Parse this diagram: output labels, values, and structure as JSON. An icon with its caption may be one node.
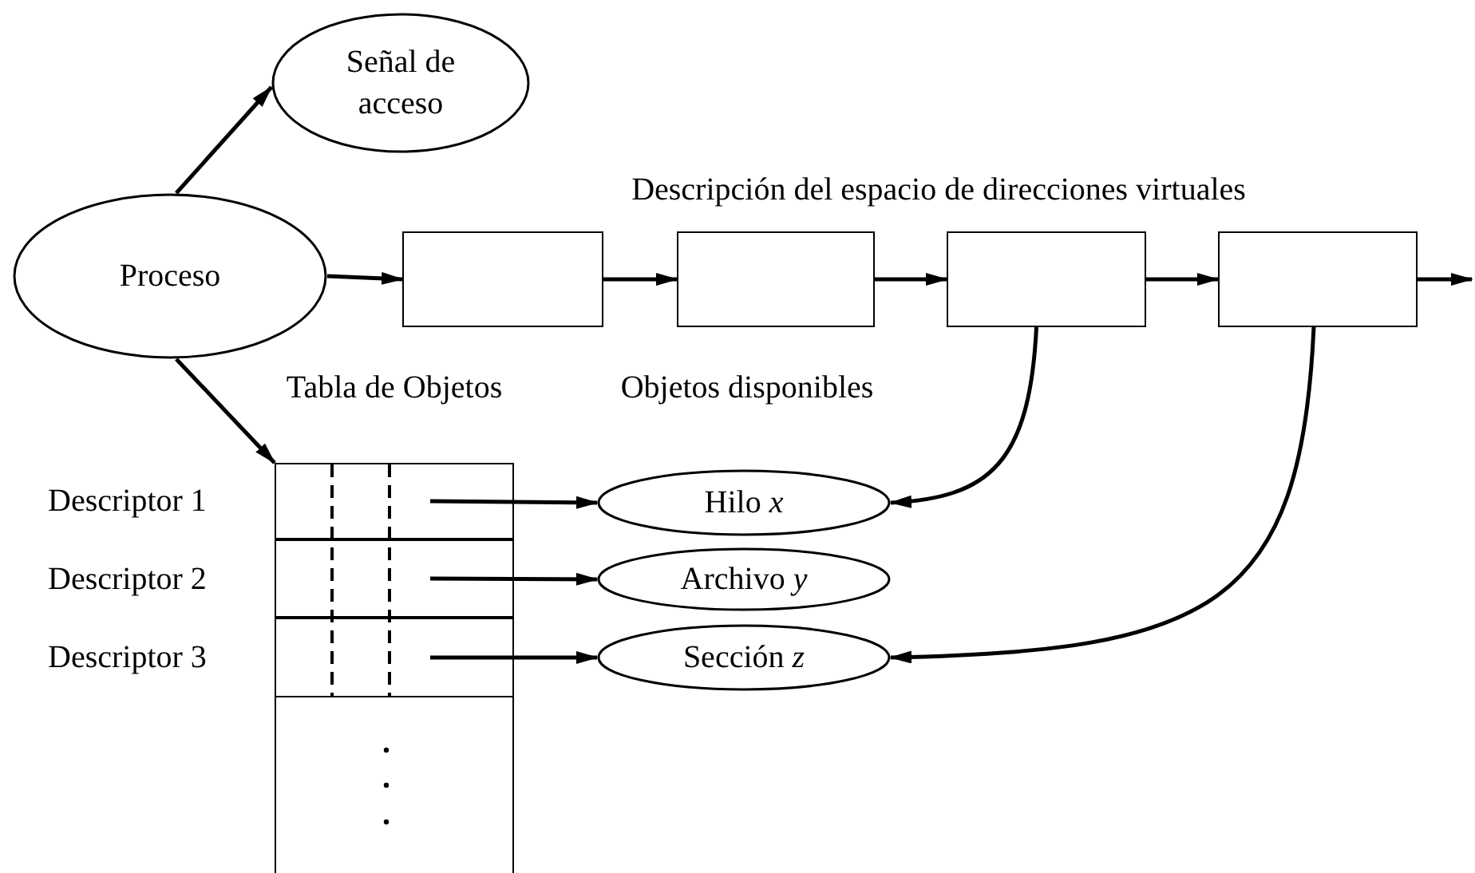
{
  "diagram": {
    "nodes": [
      {
        "text": [
          "Proceso"
        ]
      },
      {
        "text": [
          "Señal de acceso"
        ]
      },
      {
        "text": [],
        "shape": "box"
      },
      {
        "text": [],
        "shape": "box"
      },
      {
        "text": [],
        "shape": "box"
      },
      {
        "text": [],
        "shape": "box"
      },
      {
        "text": [
          "Tabla de Objetos"
        ]
      },
      {
        "text": [],
        "shape": "box",
        "in": 6,
        "beside": [
          "Descriptor 1"
        ]
      },
      {
        "text": [],
        "shape": "box",
        "in": 6,
        "beside": [
          "Descriptor 2"
        ]
      },
      {
        "text": [],
        "shape": "box",
        "in": 6,
        "beside": [
          "Descriptor 3"
        ]
      },
      {
        "text": [
          "Hilo *x*"
        ]
      },
      {
        "text": [
          "Archivo *y*"
        ]
      },
      {
        "text": [
          "Sección *z*"
        ]
      }
    ],
    "edges": [
      {
        "from": 0,
        "to": 1,
        "arrow": "to"
      },
      {
        "from": 0,
        "to": 2,
        "arrow": "to"
      },
      {
        "from": 2,
        "to": 3,
        "arrow": "to"
      },
      {
        "from": 3,
        "to": 4,
        "arrow": "to"
      },
      {
        "from": 4,
        "to": 5,
        "arrow": "to"
      },
      {
        "from": 5,
        "to": null,
        "arrow": "to"
      },
      {
        "from": 0,
        "to": 6,
        "arrow": "to"
      },
      {
        "from": 7,
        "to": 10,
        "arrow": "to"
      },
      {
        "from": 8,
        "to": 11,
        "arrow": "to"
      },
      {
        "from": 9,
        "to": 12,
        "arrow": "to"
      },
      {
        "from": 4,
        "to": 10,
        "arrow": "to"
      },
      {
        "from": 5,
        "to": 12,
        "arrow": "to"
      }
    ],
    "labels": [
      "Descripción del espacio de direcciones virtuales",
      "Objetos disponibles"
    ]
  }
}
